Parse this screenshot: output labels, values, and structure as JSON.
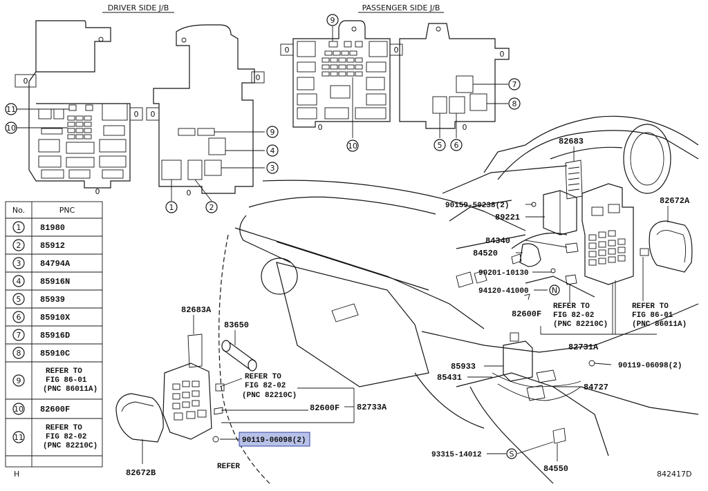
{
  "headers": {
    "driver": "DRIVER SIDE J/B",
    "passenger": "PASSENGER SIDE J/B"
  },
  "table": {
    "col_no": "No.",
    "col_pnc": "PNC",
    "rows": [
      {
        "no": "1",
        "pnc": "81980"
      },
      {
        "no": "2",
        "pnc": "85912"
      },
      {
        "no": "3",
        "pnc": "84794A"
      },
      {
        "no": "4",
        "pnc": "85916N"
      },
      {
        "no": "5",
        "pnc": "85939"
      },
      {
        "no": "6",
        "pnc": "85910X"
      },
      {
        "no": "7",
        "pnc": "85916D"
      },
      {
        "no": "8",
        "pnc": "85910C"
      },
      {
        "no": "9",
        "pnc_lines": [
          "REFER TO",
          "FIG 86-01",
          "(PNC 86011A)"
        ]
      },
      {
        "no": "10",
        "pnc": "82600F"
      },
      {
        "no": "11",
        "pnc_lines": [
          "REFER TO",
          "FIG 82-02",
          "(PNC 82210C)"
        ]
      }
    ]
  },
  "zero_mark": "0",
  "callouts": {
    "p82683": "82683",
    "p90159": "90159-50238(2)",
    "p89221": "89221",
    "p82672A": "82672A",
    "p84340": "84340",
    "p84520": "84520",
    "p90201": "90201-10130",
    "p94120": "94120-41000",
    "n_mark": "N",
    "p82600F_r": "82600F",
    "p82731A": "82731A",
    "p90119_r": "90119-06098(2)",
    "p85933": "85933",
    "p85431": "85431",
    "p84727": "84727",
    "p93315": "93315-14012",
    "s_mark": "S",
    "p84550": "84550",
    "p82683A": "82683A",
    "p83650": "83650",
    "p82600F_l": "82600F",
    "p82733A": "82733A",
    "p90119_l": "90119-06098(2)",
    "p82672B": "82672B",
    "refer_partial": "REFER",
    "h_mark": "H",
    "fig_id": "842417D"
  },
  "refer_boxes": {
    "left": [
      "REFER TO",
      "FIG 82-02",
      "(PNC 82210C)"
    ],
    "mid": [
      "REFER TO",
      "FIG 82-02",
      "(PNC 82210C)"
    ],
    "right": [
      "REFER TO",
      "FIG 86-01",
      "(PNC 86011A)"
    ]
  },
  "highlight_color": "#b8c2e8"
}
